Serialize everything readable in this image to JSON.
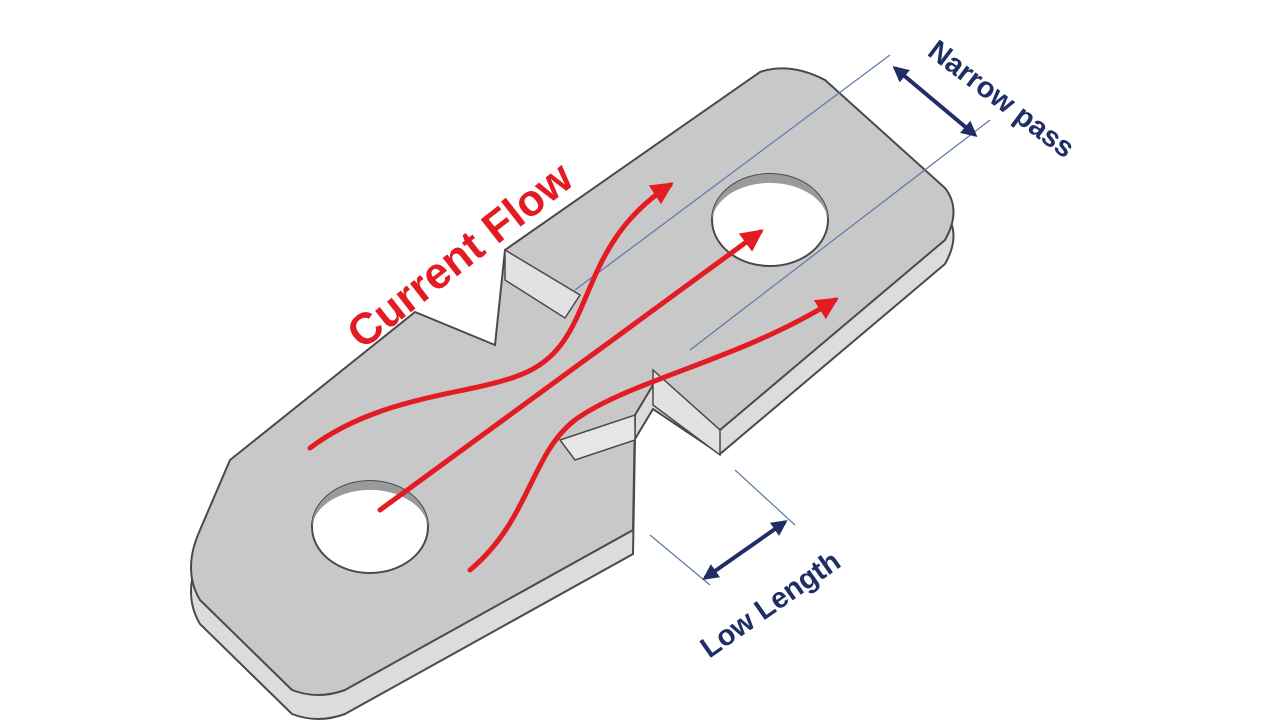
{
  "labels": {
    "current_flow": "Current Flow",
    "narrow_pass": "Narrow pass",
    "low_length": "Low Length"
  },
  "colors": {
    "flow": "#e31b23",
    "dimension": "#1f2e66",
    "plate_top": "#c9c9c9",
    "plate_side": "#dedede",
    "plate_edge": "#4a4a4a",
    "background": "#ffffff"
  }
}
